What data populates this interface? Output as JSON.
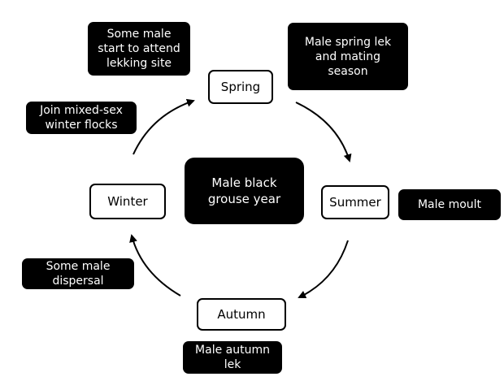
{
  "center": {
    "label": "Male black\ngrouse year"
  },
  "seasons": {
    "spring": "Spring",
    "summer": "Summer",
    "autumn": "Autumn",
    "winter": "Winter"
  },
  "notes": {
    "spring_attend": "Some male\nstart to attend\nlekking site",
    "spring_lek": "Male spring lek\nand mating\nseason",
    "summer_moult": "Male moult",
    "autumn_lek": "Male autumn\nlek",
    "winter_dispersal": "Some male\ndispersal",
    "winter_flocks": "Join mixed-sex\nwinter flocks"
  },
  "colors": {
    "note_fill": "#000000",
    "note_text": "#ffffff",
    "season_border": "#000000"
  }
}
